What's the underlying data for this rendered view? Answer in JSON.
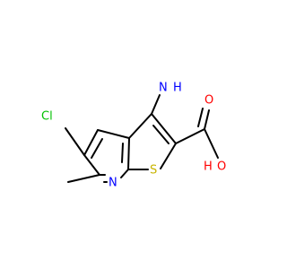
{
  "structure": {
    "atom_labels": {
      "amino_n": "N",
      "amino_h": "H",
      "chloro": "Cl",
      "ring_n": "N",
      "ring_s": "S",
      "carbonyl_o": "O",
      "hydroxyl_o": "O",
      "hydroxyl_h": "H"
    },
    "colors": {
      "bond": "#000000",
      "nitrogen": "#0000ff",
      "chlorine": "#00c000",
      "sulfur": "#c8b400",
      "oxygen": "#ff0000"
    }
  }
}
